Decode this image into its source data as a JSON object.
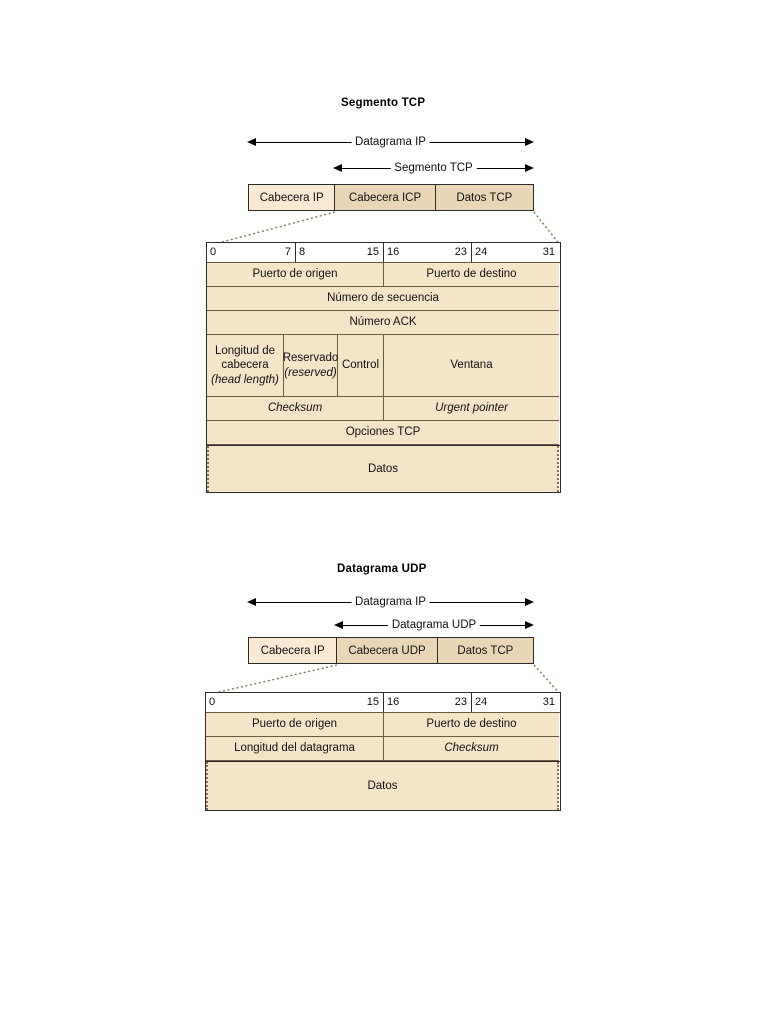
{
  "page": {
    "background": "#ffffff",
    "colors": {
      "cell_fill": "#f4e4c8",
      "segment_light": "#f7e9d2",
      "segment_dark": "#e8d6b4",
      "border_dark": "#2b2b2b",
      "border_tan": "#6b5a40"
    }
  },
  "tcp": {
    "title": "Segmento TCP",
    "spans": [
      {
        "label": "Datagrama IP"
      },
      {
        "label": "Segmento TCP"
      }
    ],
    "bar": [
      {
        "label": "Cabecera IP",
        "shade": "light"
      },
      {
        "label": "Cabecera ICP",
        "shade": "dark"
      },
      {
        "label": "Datos TCP",
        "shade": "dark"
      }
    ],
    "ruler": [
      {
        "start": "0",
        "end": "7"
      },
      {
        "start": "8",
        "end": "15"
      },
      {
        "start": "16",
        "end": "23"
      },
      {
        "start": "24",
        "end": "31"
      }
    ],
    "rows": [
      {
        "cells": [
          {
            "label": "Puerto de origen"
          },
          {
            "label": "Puerto de destino"
          }
        ]
      },
      {
        "cells": [
          {
            "label": "Número de secuencia"
          }
        ]
      },
      {
        "cells": [
          {
            "label": "Número ACK"
          }
        ]
      },
      {
        "cells": [
          {
            "label": "Longitud de cabecera",
            "sub": "(head length)"
          },
          {
            "label": "Reservado",
            "sub": "(reserved)"
          },
          {
            "label": "Control"
          },
          {
            "label": "Ventana"
          }
        ]
      },
      {
        "cells": [
          {
            "label": "Checksum",
            "italic": true
          },
          {
            "label": "Urgent pointer",
            "italic": true
          }
        ]
      },
      {
        "cells": [
          {
            "label": "Opciones TCP"
          }
        ]
      }
    ],
    "data_row": {
      "label": "Datos"
    }
  },
  "udp": {
    "title": "Datagrama UDP",
    "spans": [
      {
        "label": "Datagrama IP"
      },
      {
        "label": "Datagrama UDP"
      }
    ],
    "bar": [
      {
        "label": "Cabecera IP",
        "shade": "light"
      },
      {
        "label": "Cabecera UDP",
        "shade": "dark"
      },
      {
        "label": "Datos TCP",
        "shade": "dark"
      }
    ],
    "ruler": [
      {
        "start": "0",
        "end": "15"
      },
      {
        "start": "16",
        "end": "23"
      },
      {
        "start": "24",
        "end": "31"
      }
    ],
    "rows": [
      {
        "cells": [
          {
            "label": "Puerto de origen"
          },
          {
            "label": "Puerto de destino"
          }
        ]
      },
      {
        "cells": [
          {
            "label": "Longitud del datagrama"
          },
          {
            "label": "Checksum",
            "italic": true
          }
        ]
      }
    ],
    "data_row": {
      "label": "Datos"
    }
  }
}
